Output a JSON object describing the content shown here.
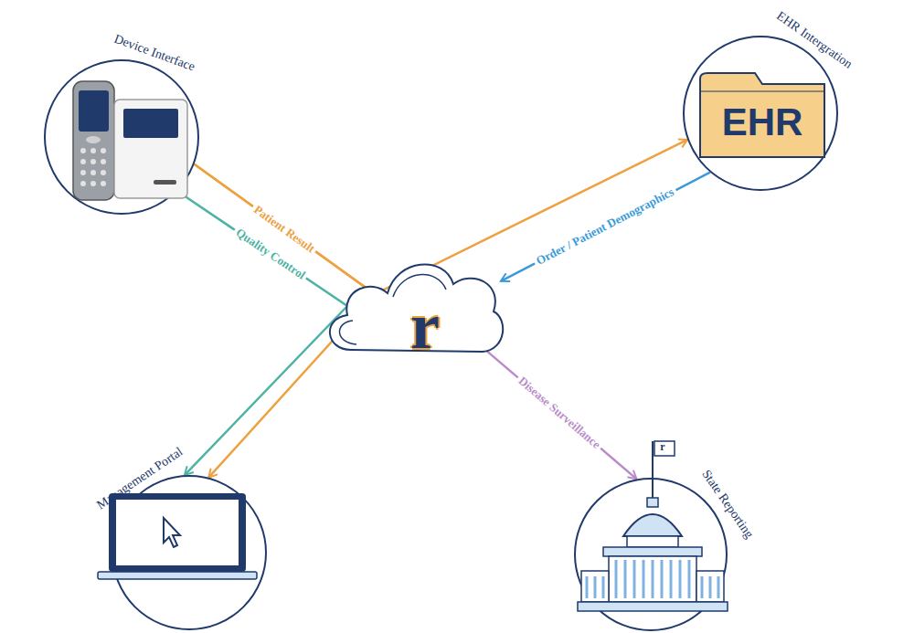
{
  "diagram": {
    "nodes": [
      {
        "text": [
          "Device Interface"
        ]
      },
      {
        "text": [
          "EHR Intergration",
          "EHR"
        ]
      },
      {
        "text": [
          "r"
        ]
      },
      {
        "text": [
          "Management Portal"
        ]
      },
      {
        "text": [
          "State Reporting"
        ]
      }
    ],
    "edges": [
      {
        "from": 0,
        "to": 1,
        "label": "Patient Result",
        "arrow": "to"
      },
      {
        "from": 0,
        "to": 3,
        "arrow": "to"
      },
      {
        "from": 0,
        "to": 3,
        "label": "Quality Control",
        "arrow": "to"
      },
      {
        "from": 1,
        "to": 2,
        "label": "Order / Patient Demographics",
        "arrow": "to"
      },
      {
        "from": 2,
        "to": 4,
        "label": "Disease Surveillance",
        "arrow": "to"
      }
    ],
    "labels": [
      "r"
    ]
  }
}
